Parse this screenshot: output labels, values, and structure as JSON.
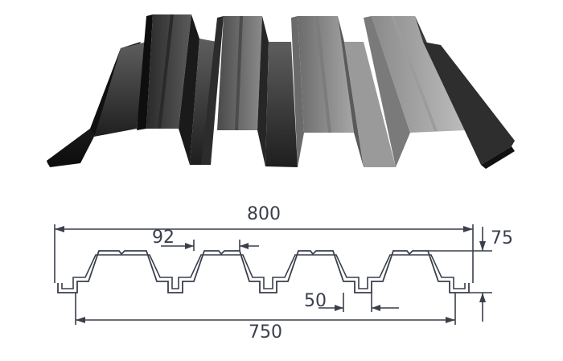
{
  "dimensions": {
    "total_width": "800",
    "rib_top": "92",
    "height": "75",
    "rib_bottom": "50",
    "effective_width": "750"
  },
  "colors": {
    "line": "#3a3f4b",
    "profile_fill": "#ffffff"
  }
}
